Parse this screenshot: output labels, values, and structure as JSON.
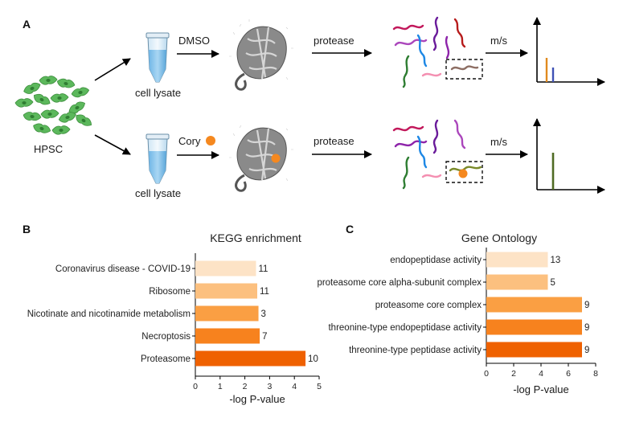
{
  "panel_a": {
    "letter": "A",
    "source_label": "HPSC",
    "lysate_label_top": "cell lysate",
    "lysate_label_bottom": "cell lysate",
    "treatment_top": "DMSO",
    "treatment_bottom": "Cory",
    "protease_top": "protease",
    "protease_bottom": "protease",
    "ms_top": "m/s",
    "ms_bottom": "m/s"
  },
  "chart_data": [
    {
      "type": "bar",
      "orientation": "horizontal",
      "panel_letter": "B",
      "title": "KEGG enrichment",
      "xlabel": "-log P-value",
      "ylabel": "",
      "xlim": [
        0,
        5
      ],
      "xticks": [
        "0",
        "1",
        "2",
        "3",
        "4",
        "5"
      ],
      "grid": false,
      "categories": [
        "Coronavirus disease - COVID-19",
        "Ribosome",
        "Nicotinate and nicotinamide metabolism",
        "Necroptosis",
        "Proteasome"
      ],
      "values": [
        2.45,
        2.5,
        2.55,
        2.6,
        4.45
      ],
      "counts": [
        "11",
        "11",
        "3",
        "7",
        "10"
      ],
      "colors": [
        "#fde3c6",
        "#fcc07f",
        "#fa9f43",
        "#f7821e",
        "#ef6100"
      ]
    },
    {
      "type": "bar",
      "orientation": "horizontal",
      "panel_letter": "C",
      "title": "Gene Ontology",
      "xlabel": "-log P-value",
      "ylabel": "",
      "xlim": [
        0,
        8
      ],
      "xticks": [
        "0",
        "2",
        "4",
        "6",
        "8"
      ],
      "grid": false,
      "categories": [
        "endopeptidase activity",
        "proteasome core alpha-subunit complex",
        "proteasome core complex",
        "threonine-type endopeptidase activity",
        "threonine-type peptidase activity"
      ],
      "values": [
        4.5,
        4.5,
        7.0,
        7.0,
        7.0
      ],
      "counts": [
        "13",
        "5",
        "9",
        "9",
        "9"
      ],
      "colors": [
        "#fde3c6",
        "#fcc07f",
        "#fa9f43",
        "#f7821e",
        "#ef6100"
      ]
    }
  ]
}
